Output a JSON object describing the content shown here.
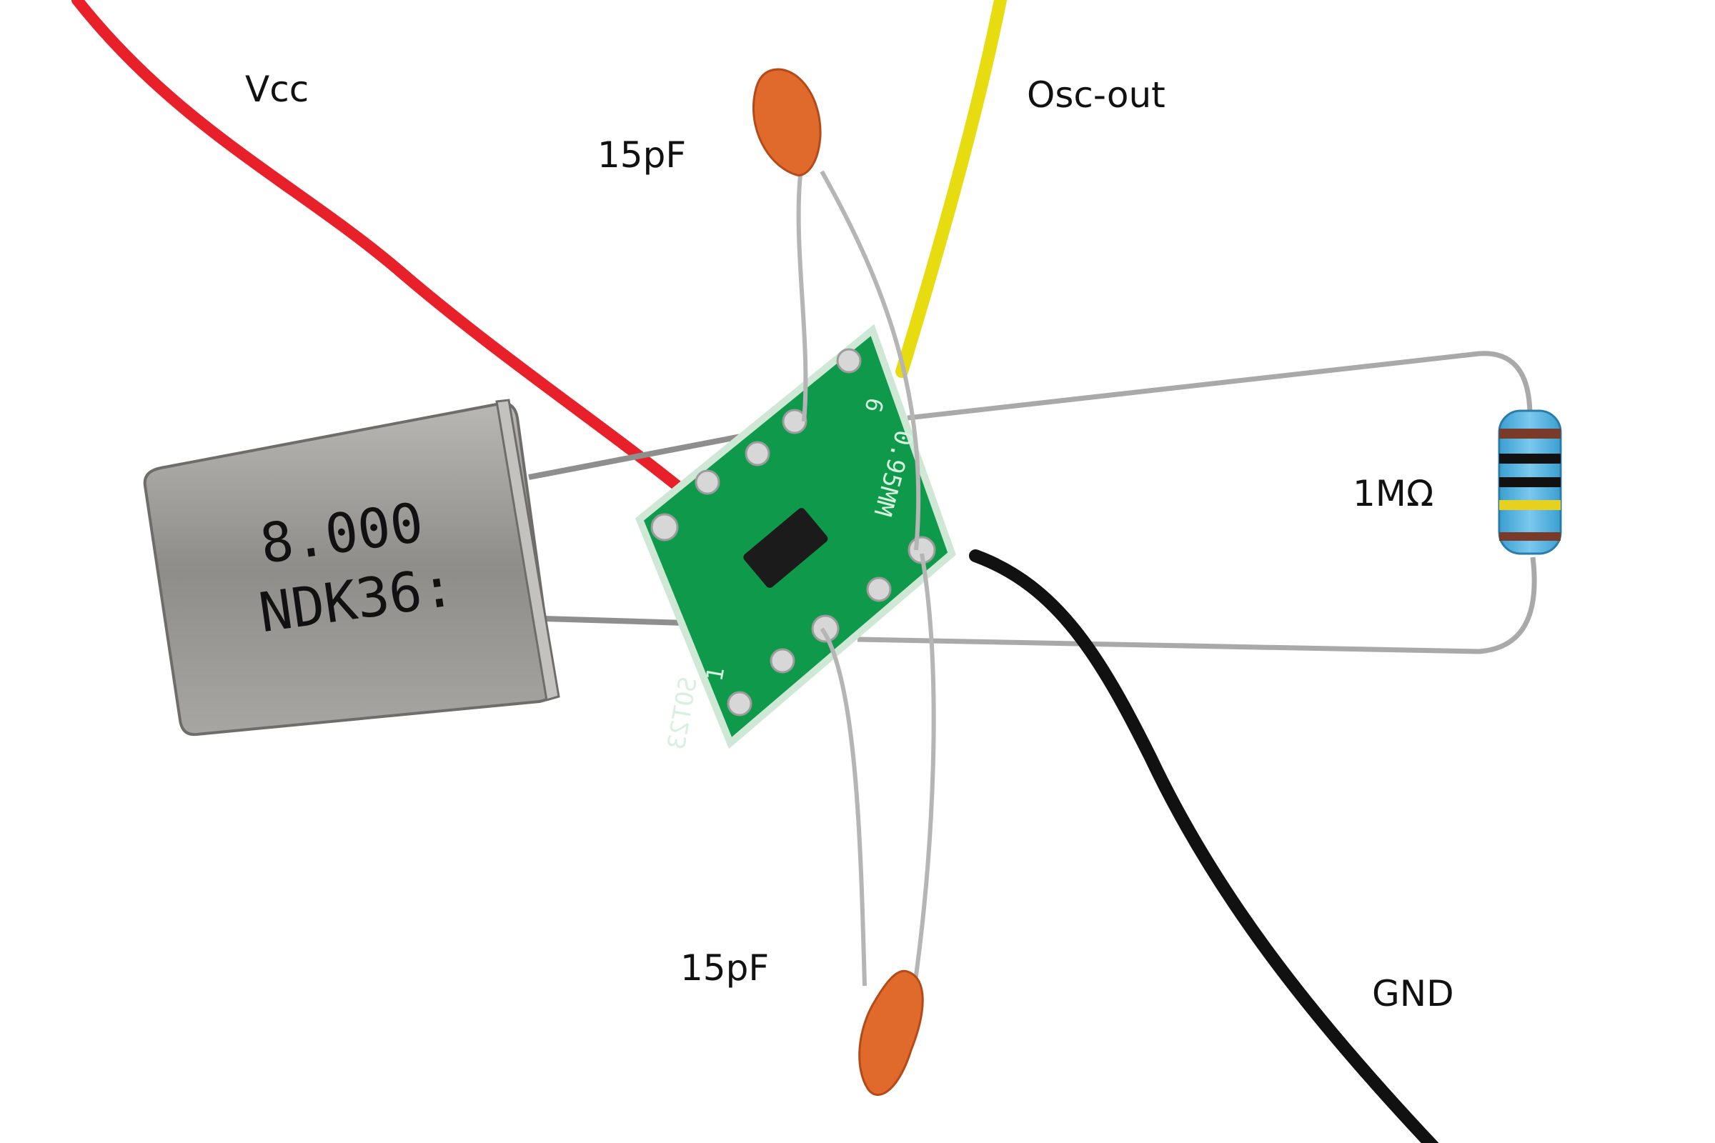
{
  "labels": {
    "vcc": "Vcc",
    "cap_top": "15pF",
    "osc_out": "Osc-out",
    "resistor": "1MΩ",
    "cap_bottom": "15pF",
    "gnd": "GND"
  },
  "crystal": {
    "line1": "8.000",
    "line2": "NDK36:"
  },
  "pcb": {
    "package": "SOT23",
    "pitch": "0.95MM",
    "pin6": "6",
    "pin1": "1"
  },
  "colors": {
    "vcc_wire": "#e8202a",
    "osc_wire": "#e6dc10",
    "gnd_wire": "#111111",
    "pcb": "#0e9a4a",
    "capacitor": "#e0692c",
    "crystal_can": "#9a9894"
  }
}
